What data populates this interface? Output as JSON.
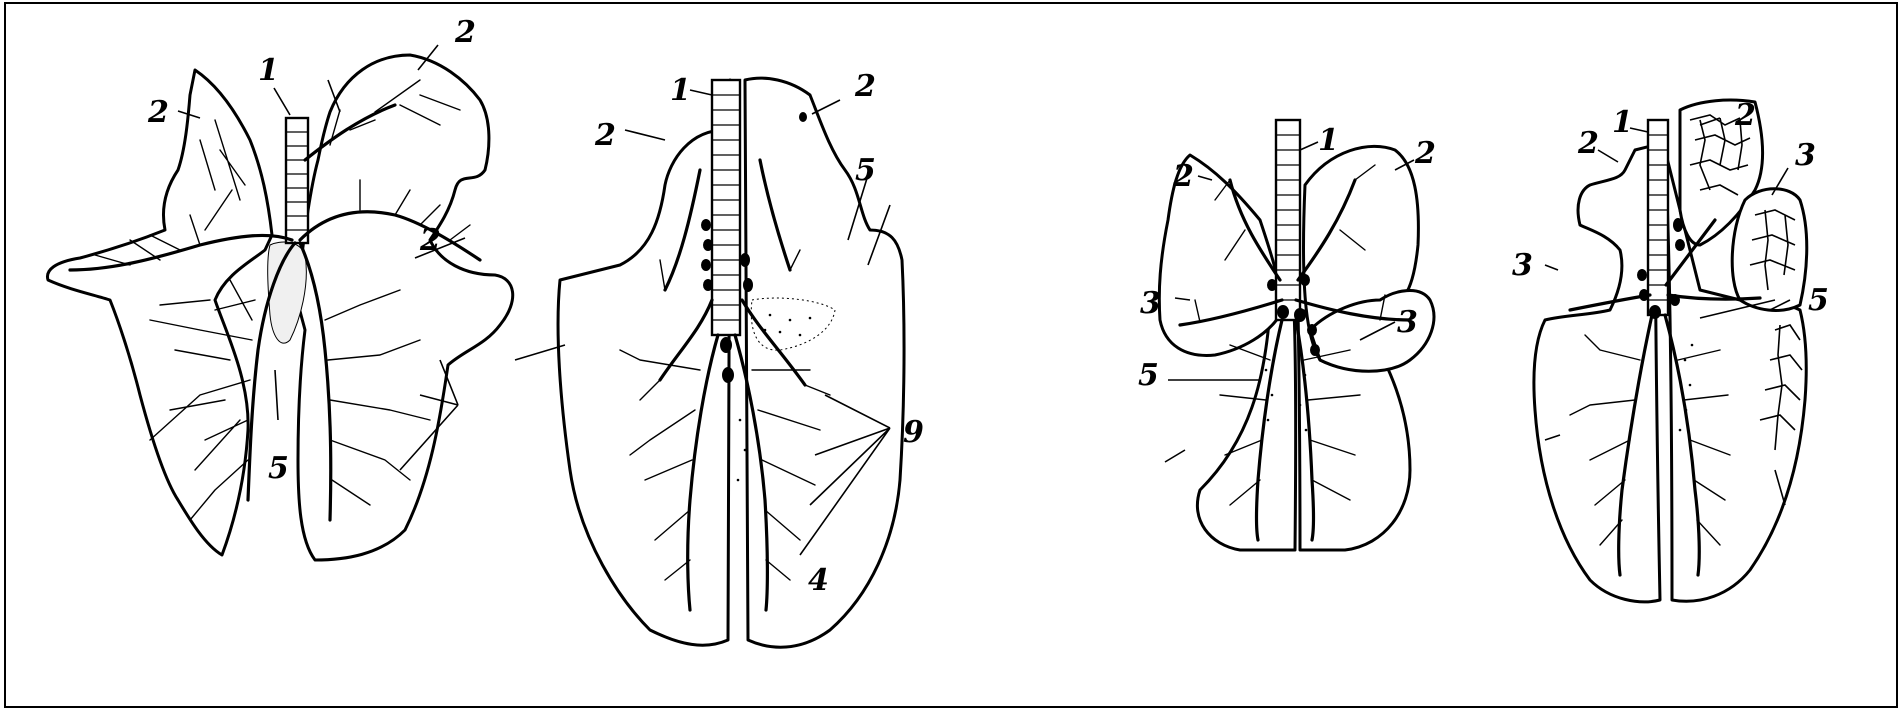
{
  "figure": {
    "panels": [
      {
        "id": "left",
        "drawings": [
          {
            "id": "A",
            "labels": [
              "1",
              "2",
              "2",
              "2",
              "5"
            ]
          },
          {
            "id": "B",
            "labels": [
              "1",
              "2",
              "2",
              "5",
              "9",
              "4"
            ]
          }
        ]
      },
      {
        "id": "right",
        "drawings": [
          {
            "id": "C",
            "labels": [
              "1",
              "2",
              "2",
              "3",
              "3",
              "5"
            ]
          },
          {
            "id": "D",
            "labels": [
              "1",
              "2",
              "2",
              "3",
              "3",
              "5"
            ]
          }
        ]
      }
    ]
  },
  "colors": {
    "ink": "#000000",
    "paper": "#ffffff"
  }
}
